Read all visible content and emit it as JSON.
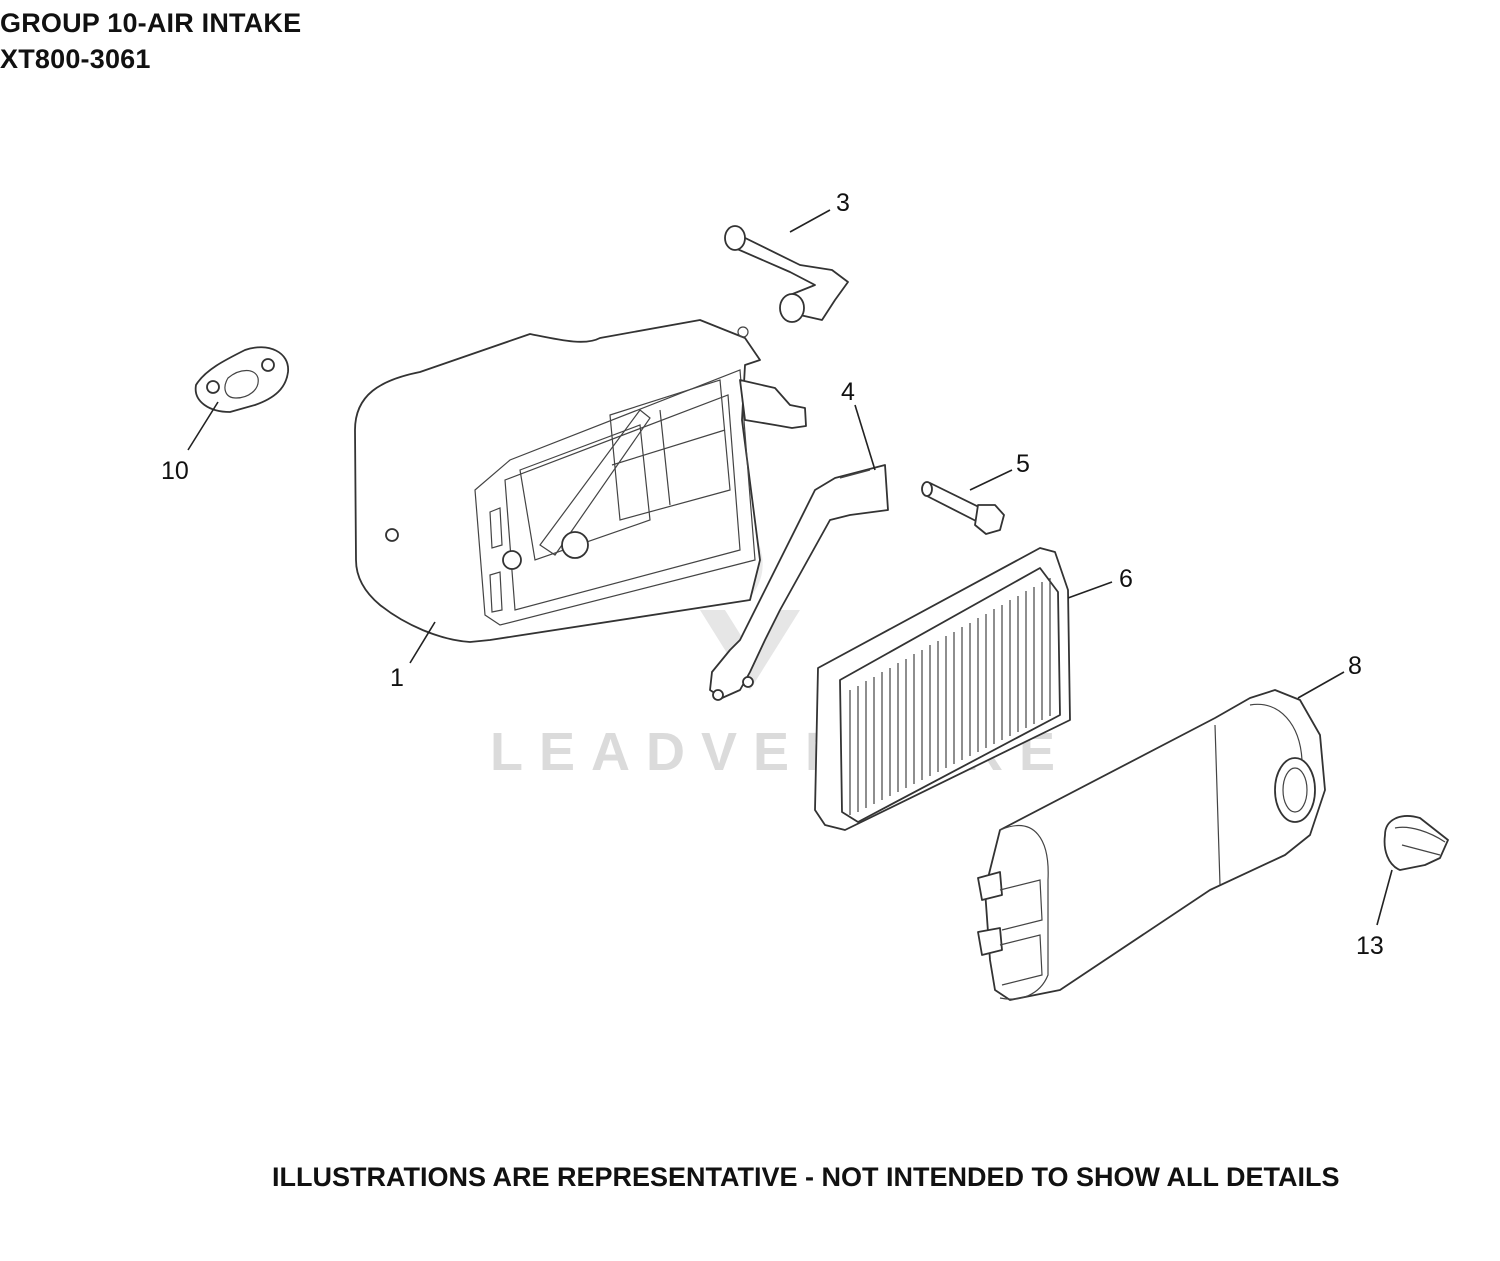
{
  "header": {
    "group": "GROUP 10-AIR INTAKE",
    "model": "XT800-3061"
  },
  "footer": {
    "note": "ILLUSTRATIONS ARE REPRESENTATIVE - NOT INTENDED TO SHOW ALL DETAILS"
  },
  "watermark": "LEADVENTURE",
  "callouts": {
    "c1": "1",
    "c3": "3",
    "c4": "4",
    "c5": "5",
    "c6": "6",
    "c8": "8",
    "c10": "10",
    "c13": "13"
  }
}
